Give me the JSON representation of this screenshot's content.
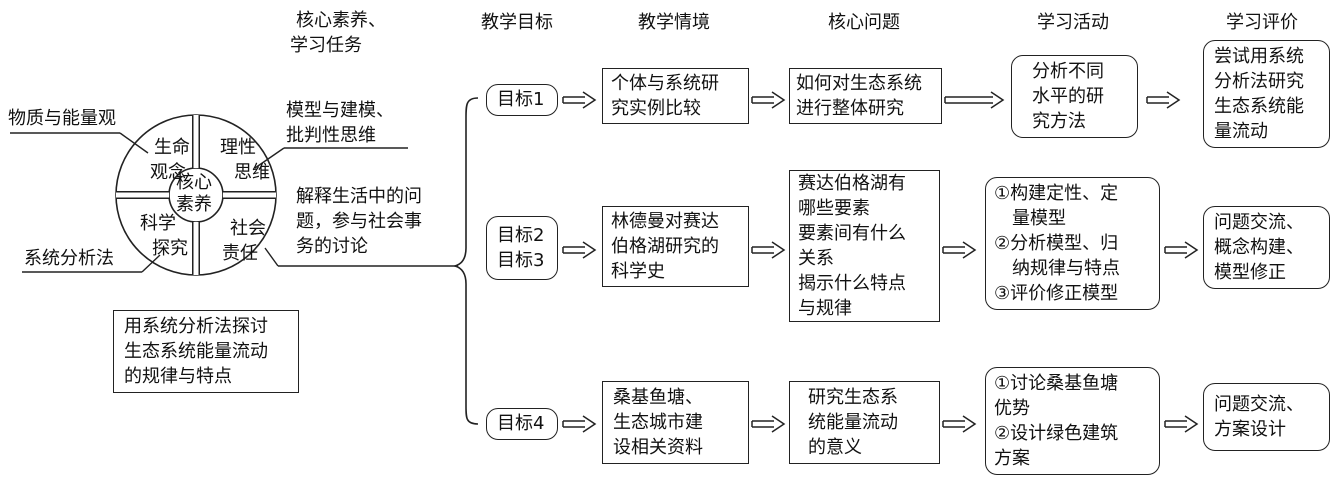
{
  "left": {
    "heading": [
      "核心素养、",
      "学习任务"
    ],
    "label_material": "物质与能量观",
    "label_model": [
      "模型与建模、",
      "批判性思维"
    ],
    "label_explain": [
      "解释生活中的问",
      "题，参与社会事",
      "务的讨论"
    ],
    "label_system": "系统分析法",
    "wheel": {
      "center": [
        "核心",
        "素养"
      ],
      "q_life": [
        "生命",
        "观念"
      ],
      "q_reason": [
        "理性",
        "思维"
      ],
      "q_science": [
        "科学",
        "探究"
      ],
      "q_social": [
        "社会",
        "责任"
      ]
    },
    "task_box": [
      "用系统分析法探讨",
      "生态系统能量流动",
      "的规律与特点"
    ]
  },
  "headers": [
    "教学目标",
    "教学情境",
    "核心问题",
    "学习活动",
    "学习评价"
  ],
  "rows": [
    {
      "goal": [
        "目标1"
      ],
      "situation": [
        "个体与系统研",
        "究实例比较"
      ],
      "question": [
        "如何对生态系统",
        "进行整体研究"
      ],
      "activity": [
        "分析不同",
        "水平的研",
        "究方法"
      ],
      "evaluation": [
        "尝试用系统",
        "分析法研究",
        "生态系统能",
        "量流动"
      ]
    },
    {
      "goal": [
        "目标2",
        "目标3"
      ],
      "situation": [
        "林德曼对赛达",
        "伯格湖研究的",
        "科学史"
      ],
      "question": [
        "赛达伯格湖有",
        "哪些要素",
        "要素间有什么",
        "关系",
        "揭示什么特点",
        "与规律"
      ],
      "activity": [
        "①构建定性、定",
        "量模型",
        "②分析模型、归",
        "纳规律与特点",
        "③评价修正模型"
      ],
      "evaluation": [
        "问题交流、",
        "概念构建、",
        "模型修正"
      ]
    },
    {
      "goal": [
        "目标4"
      ],
      "situation": [
        "桑基鱼塘、",
        "生态城市建",
        "设相关资料"
      ],
      "question": [
        "研究生态系",
        "统能量流动",
        "的意义"
      ],
      "activity": [
        "①讨论桑基鱼塘",
        "优势",
        "②设计绿色建筑",
        "方案"
      ],
      "evaluation": [
        "问题交流、",
        "方案设计"
      ]
    }
  ]
}
